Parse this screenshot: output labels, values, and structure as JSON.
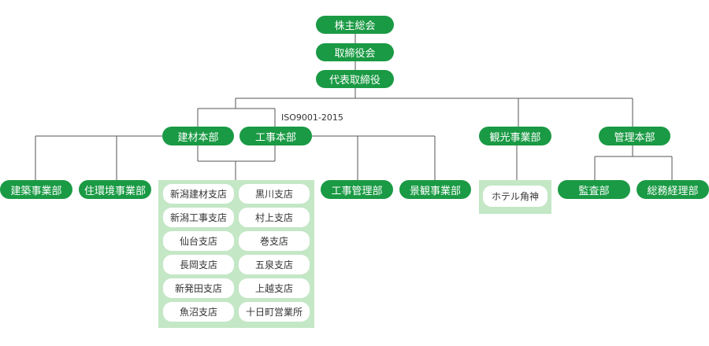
{
  "nodes": {
    "shareholders": "株主総会",
    "board": "取締役会",
    "ceo": "代表取締役",
    "materials_hq": "建材本部",
    "construction_hq": "工事本部",
    "tourism": "観光事業部",
    "management_hq": "管理本部",
    "building_div": "建築事業部",
    "housing_env_div": "住環境事業部",
    "construction_mgmt_div": "工事管理部",
    "landscape_div": "景観事業部",
    "audit_dept": "監査部",
    "general_affairs_dept": "総務経理部"
  },
  "iso_label": "ISO9001-2015",
  "branches_left": [
    "新潟建材支店",
    "新潟工事支店",
    "仙台支店",
    "長岡支店",
    "新発田支店",
    "魚沼支店"
  ],
  "branches_right": [
    "黒川支店",
    "村上支店",
    "巻支店",
    "五泉支店",
    "上越支店",
    "十日町営業所"
  ],
  "hotel": "ホテル角神",
  "colors": {
    "node_green": "#1a9a44",
    "panel_green": "#c4e7c6",
    "line": "#555555"
  }
}
